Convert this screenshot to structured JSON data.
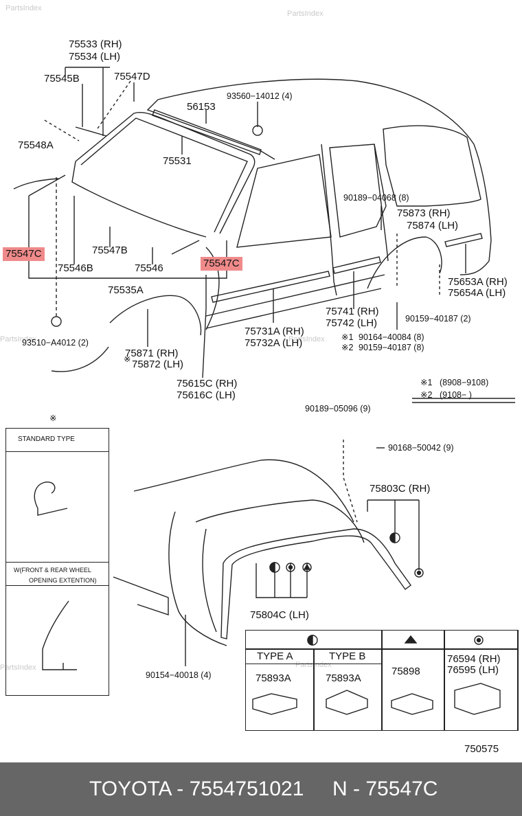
{
  "watermark": "PartsIndex",
  "labels": {
    "p75533": "75533 (RH)",
    "p75534": "75534 (LH)",
    "p75545B": "75545B",
    "p75547D": "75547D",
    "p93560": "93560−14012 (4)",
    "p56153": "56153",
    "p75548A": "75548A",
    "p75531": "75531",
    "p75547C_left": "75547C",
    "p75546B": "75546B",
    "p75547B": "75547B",
    "p75546": "75546",
    "p75547C_right": "75547C",
    "p75535A": "75535A",
    "p93510": "93510−A4012 (2)",
    "p75871": "75871 (RH)",
    "p75872": "75872 (LH)",
    "p75615C": "75615C (RH)",
    "p75616C": "75616C (LH)",
    "p90189_04068": "90189−04068 (8)",
    "p75873": "75873 (RH)",
    "p75874": "75874 (LH)",
    "p75653A": "75653A (RH)",
    "p75654A": "75654A (LH)",
    "p90159_40187_2": "90159−40187 (2)",
    "p75741": "75741 (RH)",
    "p75742": "75742 (LH)",
    "p75731A": "75731A (RH)",
    "p75732A": "75732A (LH)",
    "p90164": "90164−40084 (8)",
    "p90159_40187_8": "90159−40187 (8)",
    "mark1": "※1",
    "mark2": "※2",
    "date1_mark": "※1",
    "date1": "(8908−9108)",
    "date2_mark": "※2",
    "date2": "(9108−      )",
    "p90189_05096": "90189−05096 (9)",
    "p90168": "90168−50042 (9)",
    "p75803C": "75803C (RH)",
    "p75804C": "75804C (LH)",
    "p90154": "90154−40018 (4)",
    "diagram_id": "750575",
    "asterisk_note": "※",
    "star": "※"
  },
  "inset": {
    "standard_type": "STANDARD TYPE",
    "front_rear_1": "W(FRONT & REAR WHEEL",
    "front_rear_2": "OPENING EXTENTION)"
  },
  "clip_table": {
    "type_a": "TYPE A",
    "type_b": "TYPE B",
    "c1": "75893A",
    "c2": "75893A",
    "c3": "75898",
    "c4a": "76594 (RH)",
    "c4b": "76595 (LH)"
  },
  "footer": {
    "left": "TOYOTA - 7554751021",
    "right": "N - 75547C"
  },
  "colors": {
    "highlight": "#f08a8a",
    "footer_bg": "#666666"
  }
}
